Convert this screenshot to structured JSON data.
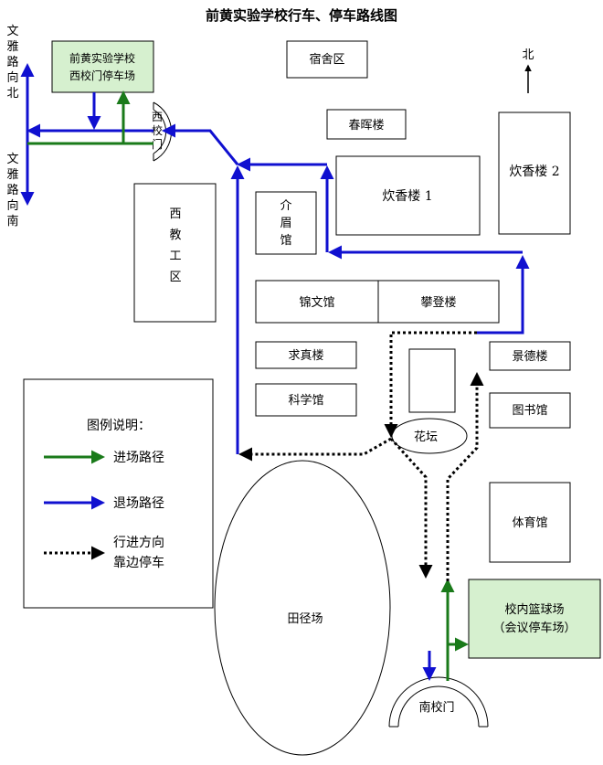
{
  "title": "前黄实验学校行车、停车路线图",
  "north_label": "北",
  "road_north": [
    "文",
    "雅",
    "路",
    "向",
    "北"
  ],
  "road_south": [
    "文",
    "雅",
    "路",
    "向",
    "南"
  ],
  "buildings": {
    "west_gate_parking_line1": "前黄实验学校",
    "west_gate_parking_line2": "西校门停车场",
    "west_gate": [
      "西",
      "校",
      "门"
    ],
    "dormitory": "宿舍区",
    "chunhui": "春晖楼",
    "chuixiang1": "炊香楼 1",
    "chuixiang2": "炊香楼 2",
    "west_teaching": [
      "西",
      "教",
      "工",
      "区"
    ],
    "jiemei": [
      "介",
      "眉",
      "馆"
    ],
    "jinwen": "锦文馆",
    "pandeng": "攀登楼",
    "qiuzhen": "求真楼",
    "kexue": "科学馆",
    "jingde": "景德楼",
    "library": "图书馆",
    "flowerbed": "花坛",
    "gym": "体育馆",
    "track": "田径场",
    "basketball_line1": "校内篮球场",
    "basketball_line2": "（会议停车场）",
    "south_gate": "南校门"
  },
  "legend": {
    "title": "图例说明：",
    "entry": "进场路径",
    "exit": "退场路径",
    "dotted_line1": "行进方向",
    "dotted_line2": "靠边停车"
  },
  "colors": {
    "entry": "#1a7a1a",
    "exit": "#1010d0",
    "parking_fill": "#d6f0cf"
  }
}
